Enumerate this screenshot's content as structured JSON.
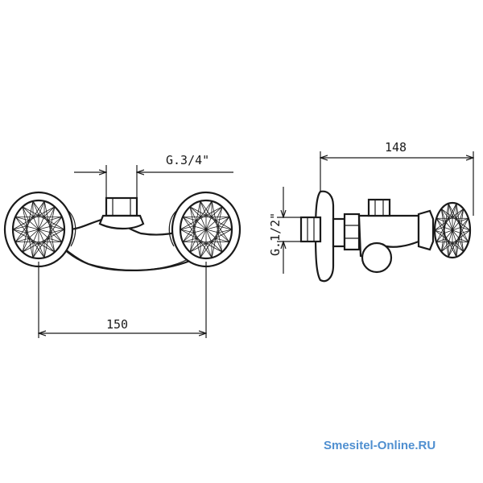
{
  "dimensions": {
    "inlet_thread": "G.3/4\"",
    "outlet_thread": "G.1/2\"",
    "center_distance": "150",
    "depth": "148"
  },
  "watermark": "Smesitel-Online.RU",
  "colors": {
    "line": "#1a1a1a",
    "watermark": "#4f8fd0",
    "background": "#ffffff"
  }
}
